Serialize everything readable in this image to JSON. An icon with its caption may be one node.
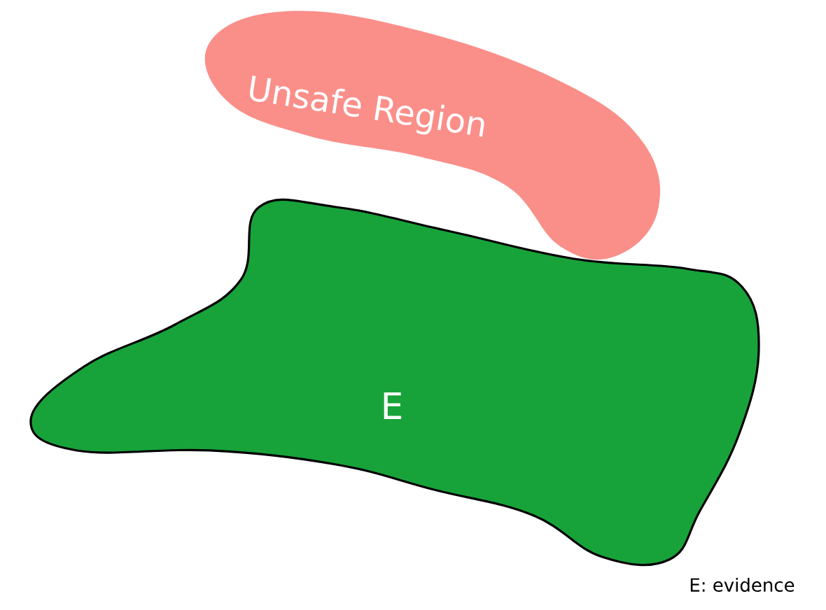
{
  "diagram": {
    "nodes": [
      {
        "text": [
          "Unsafe Region"
        ]
      },
      {
        "text": [
          "E"
        ]
      }
    ],
    "labels": [
      "E: evidence"
    ]
  }
}
